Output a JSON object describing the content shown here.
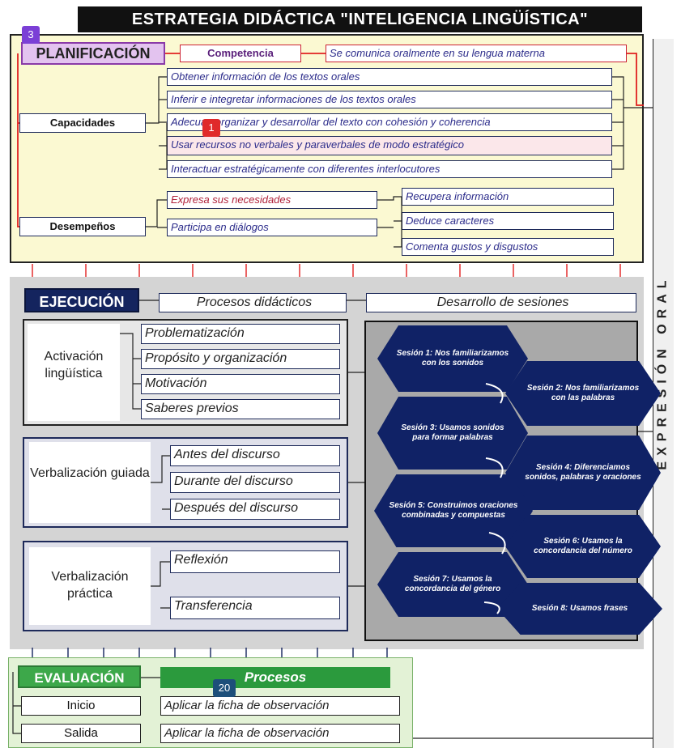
{
  "title": "ESTRATEGIA DIDÁCTICA \"INTELIGENCIA LINGÜÍSTICA\"",
  "side_label": "EXPRESIÓN ORAL",
  "planificacion": {
    "label": "PLANIFICACIÓN",
    "competencia_label": "Competencia",
    "competencia_value": "Se comunica oralmente en su lengua materna",
    "capacidades_label": "Capacidades",
    "capacidades": [
      "Obtener información de los textos orales",
      "Inferir e integretar informaciones de los textos orales",
      "Adecuar, organizar y desarrollar del texto con cohesión y coherencia",
      "Usar recursos no verbales y paraverbales de modo estratégico",
      "Interactuar estratégicamente con diferentes interlocutores"
    ],
    "desempenos_label": "Desempeños",
    "desempenos_left": [
      "Expresa sus necesidades",
      "Participa en diálogos"
    ],
    "desempenos_right": [
      "Recupera información",
      "Deduce caracteres",
      "Comenta gustos y disgustos"
    ]
  },
  "ejecucion": {
    "label": "EJECUCIÓN",
    "procesos": "Procesos didácticos",
    "desarrollo": "Desarrollo de sesiones",
    "groups": [
      {
        "label": "Activación lingüística",
        "items": [
          "Problematización",
          "Propósito y organización",
          "Motivación",
          "Saberes previos"
        ]
      },
      {
        "label": "Verbalización guiada",
        "items": [
          "Antes del discurso",
          "Durante del discurso",
          "Después del discurso"
        ]
      },
      {
        "label": "Verbalización práctica",
        "items": [
          "Reflexión",
          "Transferencia"
        ]
      }
    ],
    "sesiones": [
      "Sesión 1: Nos familiarizamos con los sonidos",
      "Sesión 2: Nos familiarizamos con las palabras",
      "Sesión 3: Usamos sonidos para formar palabras",
      "Sesión 4: Diferenciamos sonidos, palabras y oraciones",
      "Sesión 5: Construimos oraciones combinadas y compuestas",
      "Sesión 6: Usamos la concordancia del número",
      "Sesión 7: Usamos la concordancia del género",
      "Sesión 8: Usamos frases"
    ]
  },
  "evaluacion": {
    "label": "EVALUACIÓN",
    "procesos": "Procesos",
    "rows": [
      {
        "label": "Inicio",
        "value": "Aplicar la ficha de observación"
      },
      {
        "label": "Salida",
        "value": "Aplicar la ficha de observación"
      }
    ]
  },
  "badges": [
    "1",
    "3",
    "20"
  ],
  "colors": {
    "navy": "#14245e",
    "purple": "#8a3aa8",
    "green": "#3da84a",
    "red_line": "#e02020",
    "plan_bg": "#fbf9d2"
  }
}
